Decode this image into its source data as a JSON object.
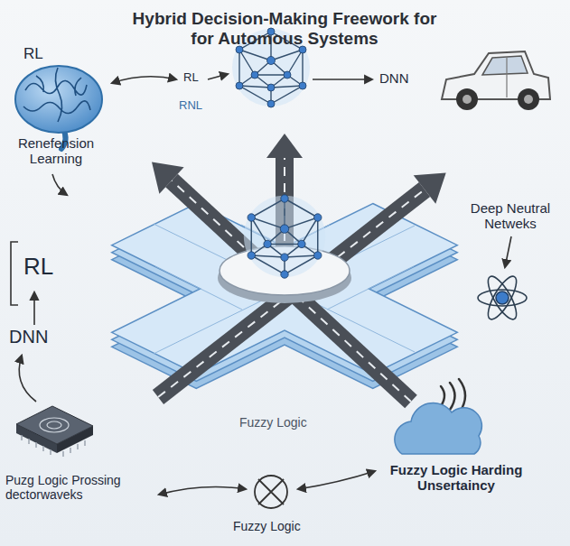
{
  "diagram": {
    "title": "Hybrid Decision-Making Freework for for Automous Systems",
    "labels": [
      "RL",
      "RL",
      "DNN",
      "RNL",
      "Renefension Learning",
      "Deep Neutral Netweks",
      "RL",
      "DNN",
      "Fuzzy Logic",
      "Puzg Logic Prossing dectorwaveks",
      "Fuzzy Logic Harding Unsertaincy",
      "Fuzzy Logic"
    ]
  }
}
